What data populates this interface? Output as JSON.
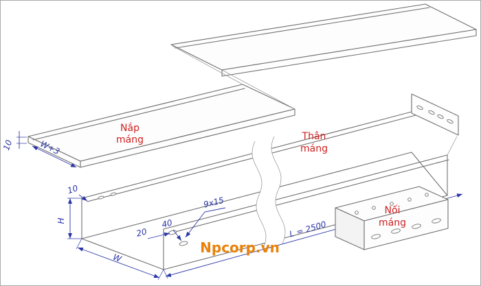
{
  "colors": {
    "background": "#ffffff",
    "drawing_line": "#6f6f6f",
    "dimension": "#2a35a8",
    "label": "#cf1f1f",
    "watermark": "#e8820a"
  },
  "labels": {
    "cover": {
      "line1": "Nắp",
      "line2": "máng"
    },
    "body": {
      "line1": "Thân",
      "line2": "máng"
    },
    "connector": {
      "line1": "Nối",
      "line2": "máng"
    }
  },
  "dimensions": {
    "cover_flange_height": "10",
    "cover_width": "W+3",
    "body_flange": "10",
    "body_height": "H",
    "body_width": "W",
    "slot_edge_distance": "20",
    "slot_pitch": "40",
    "slot_size": "9x15",
    "body_length": "L = 2500"
  },
  "watermark": "Npcorp.vn"
}
